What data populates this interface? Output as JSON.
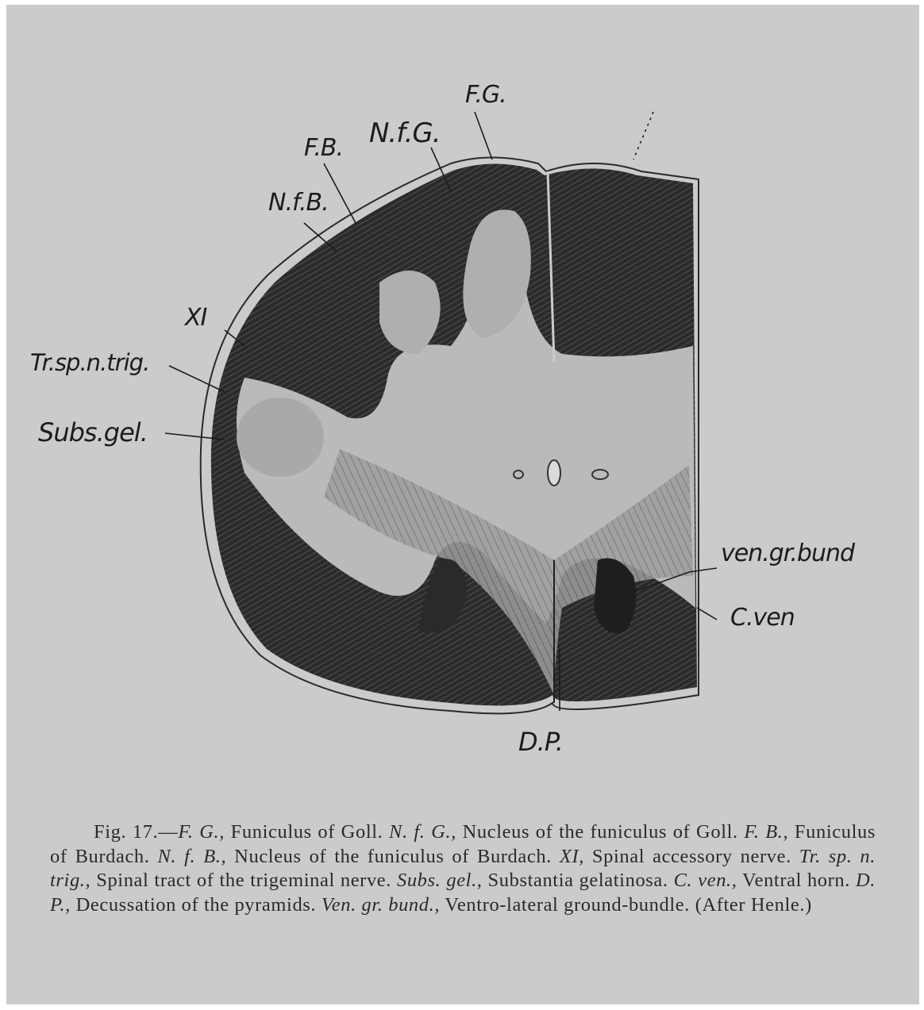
{
  "figure": {
    "labels": {
      "fg": "F.G.",
      "nfg": "N.f.G.",
      "fb": "F.B.",
      "nfb": "N.f.B.",
      "xi": "XI",
      "trsp": "Tr.sp.n.trig.",
      "subsgel": "Subs.gel.",
      "vengr": "ven.gr.bund",
      "cven": "C.ven",
      "dp": "D.P."
    }
  },
  "caption": {
    "fig": "Fig. 17.—",
    "fg_abbr": "F. G.,",
    "fg_text": " Funiculus of Goll. ",
    "nfg_abbr": "N. f. G.,",
    "nfg_text": " Nucleus of the funiculus of Goll. ",
    "fb_abbr": "F. B.,",
    "fb_text": " Funiculus of Burdach. ",
    "nfb_abbr": "N. f. B.,",
    "nfb_text": " Nucleus of the funiculus of Burdach. ",
    "xi_abbr": "XI,",
    "xi_text": " Spinal accessory nerve. ",
    "tr_abbr": "Tr. sp. n. trig.,",
    "tr_text": " Spinal tract of the trigeminal nerve. ",
    "sg_abbr": "Subs. gel.,",
    "sg_text": " Substantia gelatinosa. ",
    "cv_abbr": "C. ven.,",
    "cv_text": " Ventral horn. ",
    "dp_abbr": "D. P.,",
    "dp_text": " Decussation of the pyramids. ",
    "vg_abbr": "Ven. gr. bund.,",
    "vg_text": " Ventro-lateral ground-bundle. ",
    "after": "(After Henle.)"
  },
  "colors": {
    "plate": "#c9cbcd",
    "ink": "#1c1c1c",
    "grey_matter": "#b9babb"
  }
}
